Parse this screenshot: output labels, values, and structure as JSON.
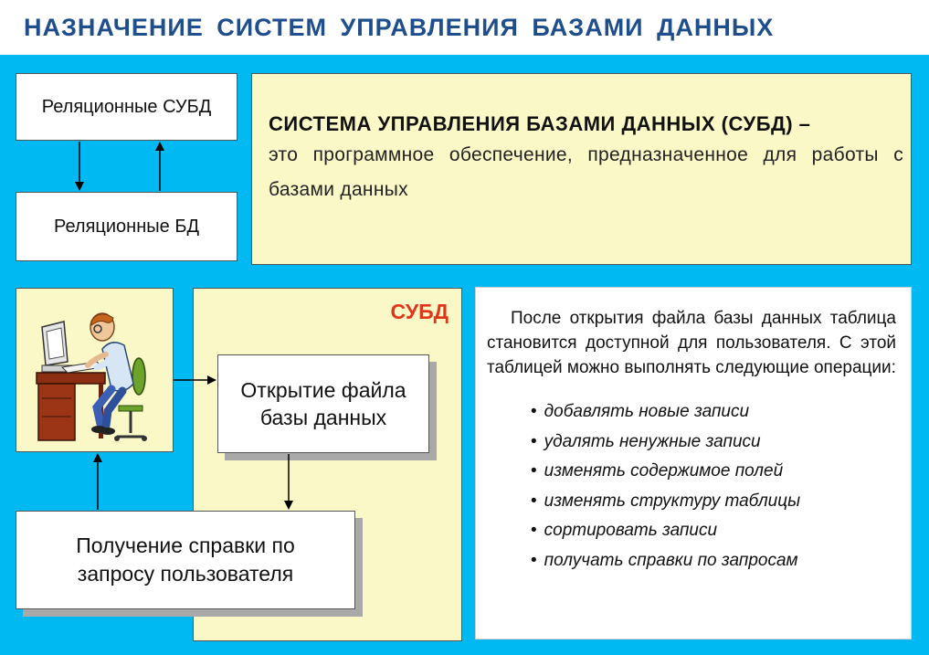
{
  "title": "НАЗНАЧЕНИЕ  СИСТЕМ  УПРАВЛЕНИЯ  БАЗАМИ  ДАННЫХ",
  "relational_dbms": "Реляционные  СУБД",
  "relational_db": "Реляционные  БД",
  "definition": {
    "heading": "СИСТЕМА  УПРАВЛЕНИЯ  БАЗАМИ  ДАННЫХ  (СУБД) –",
    "body": "это  программное  обеспечение,  предназначенное  для работы с базами данных"
  },
  "subd_label": "СУБД",
  "open_file": "Открытие  файла  базы  данных",
  "get_info": "Получение  справки  по  запросу  пользователя",
  "info": {
    "paragraph": "После  открытия  файла базы данных таблица  становится  доступной  для пользователя. С  этой  таблицей  можно выполнять следующие операции:",
    "bullet": "•",
    "operations": [
      "добавлять новые записи",
      "удалять ненужные записи",
      "изменять содержимое  полей",
      "изменять структуру  таблицы",
      "сортировать записи",
      "получать справки по запросам"
    ]
  },
  "icons": {
    "user_at_computer": "person-at-computer-illustration"
  },
  "colors": {
    "background_panel": "#00b9f2",
    "title": "#1f4e8c",
    "cream": "#fbf8c8",
    "subd_label": "#e2361b"
  }
}
